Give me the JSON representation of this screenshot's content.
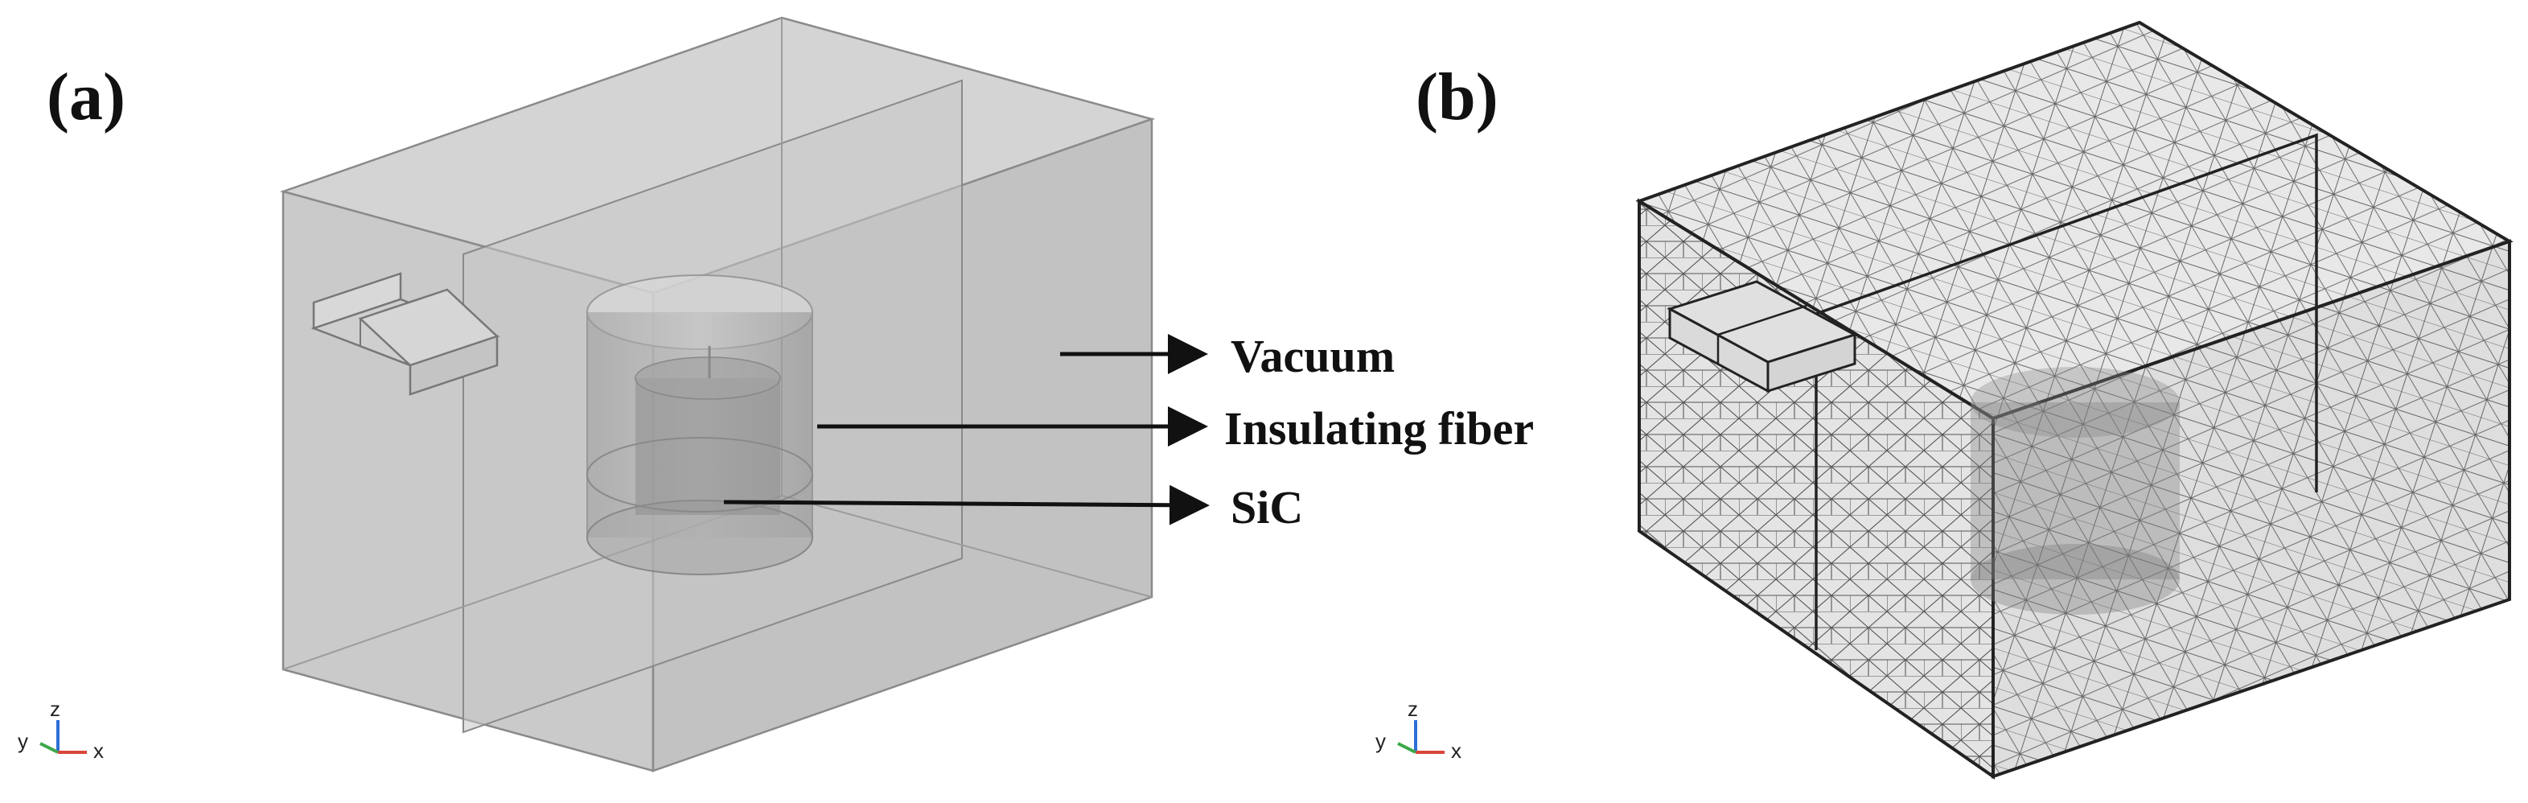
{
  "panels": [
    {
      "id": "a",
      "label": "(a)"
    },
    {
      "id": "b",
      "label": "(b)"
    }
  ],
  "callouts": [
    {
      "text": "Vacuum"
    },
    {
      "text": "Insulating fiber"
    },
    {
      "text": "SiC"
    }
  ],
  "axis_triad": {
    "x": "x",
    "y": "y",
    "z": "z"
  },
  "colors": {
    "box_fill": "#c9c9c9",
    "edge": "#777777",
    "mesh_edge": "#222222",
    "arrow": "#111111",
    "axis_x": "#d9463a",
    "axis_y": "#3aa84a",
    "axis_z": "#2f6fd6"
  }
}
